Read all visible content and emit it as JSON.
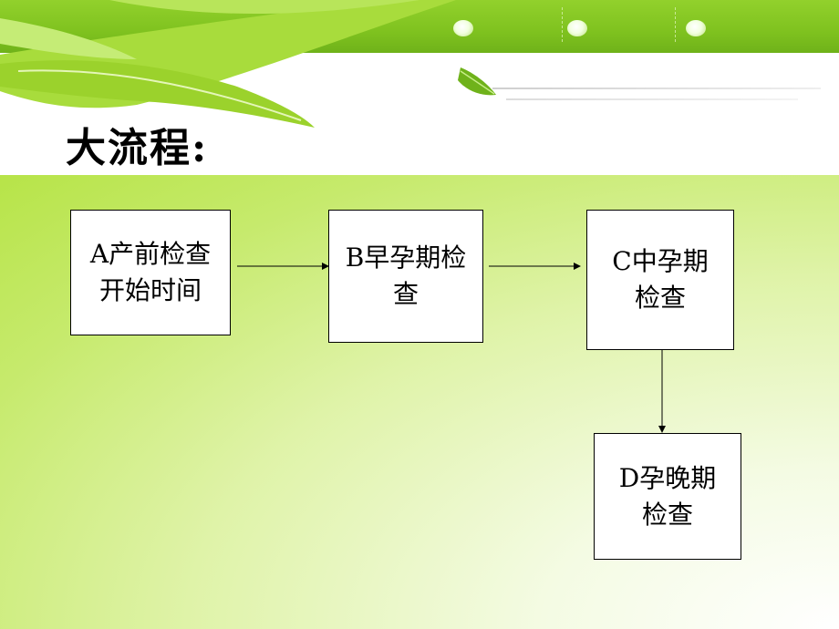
{
  "title": "大流程:",
  "boxes": {
    "a": {
      "line1": "A产前检查",
      "line2": "开始时间"
    },
    "b": {
      "line1": "B早孕期检",
      "line2": "查"
    },
    "c": {
      "line1": "C中孕期",
      "line2": "检查"
    },
    "d": {
      "line1": "D孕晚期",
      "line2": "检查"
    }
  },
  "colors": {
    "header_green": "#7fc21f",
    "background_green": "#b7e448",
    "box_fill": "#ffffff",
    "border": "#000000"
  },
  "icons": [
    "leaf-icon",
    "dot-icon"
  ]
}
